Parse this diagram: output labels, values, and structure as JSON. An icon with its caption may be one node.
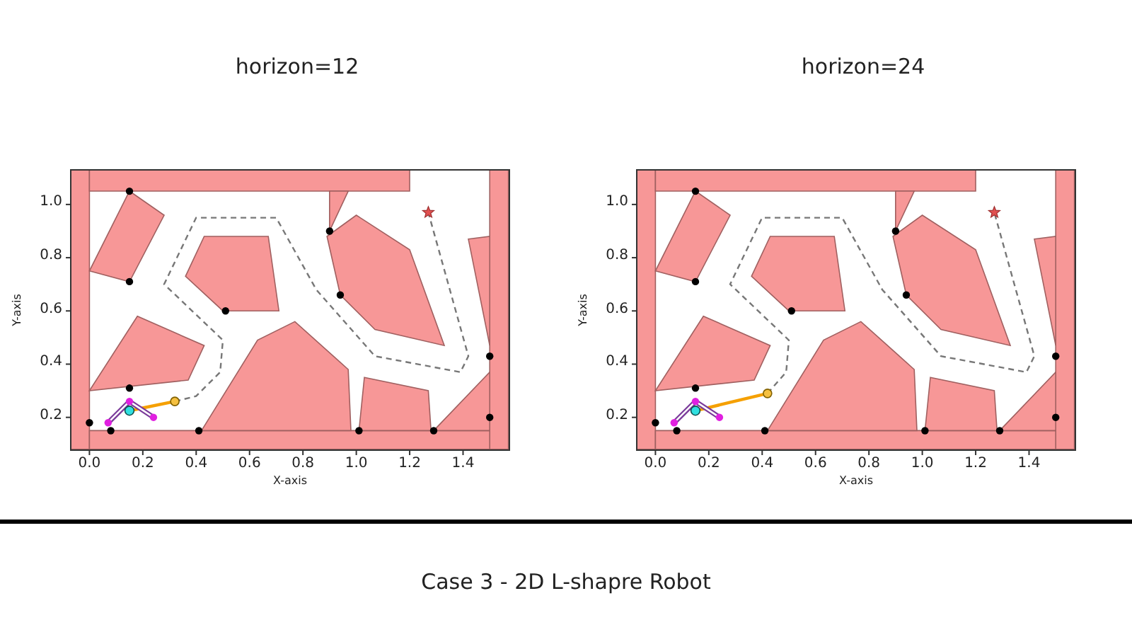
{
  "diagram": {
    "caption": "Case 3 - 2D L-shapre Robot",
    "labels": [
      "horizon=12",
      "horizon=24",
      "1.0",
      "0.8",
      "0.6",
      "0.4",
      "0.2",
      "Y-axis",
      "0.0",
      "0.2",
      "0.4",
      "0.6",
      "0.8",
      "1.0",
      "1.2",
      "1.4",
      "X-axis",
      "1.0",
      "0.8",
      "0.6",
      "0.4",
      "0.2",
      "Y-axis",
      "0.0",
      "0.2",
      "0.4",
      "0.6",
      "0.8",
      "1.0",
      "1.2",
      "1.4",
      "X-axis"
    ]
  }
}
